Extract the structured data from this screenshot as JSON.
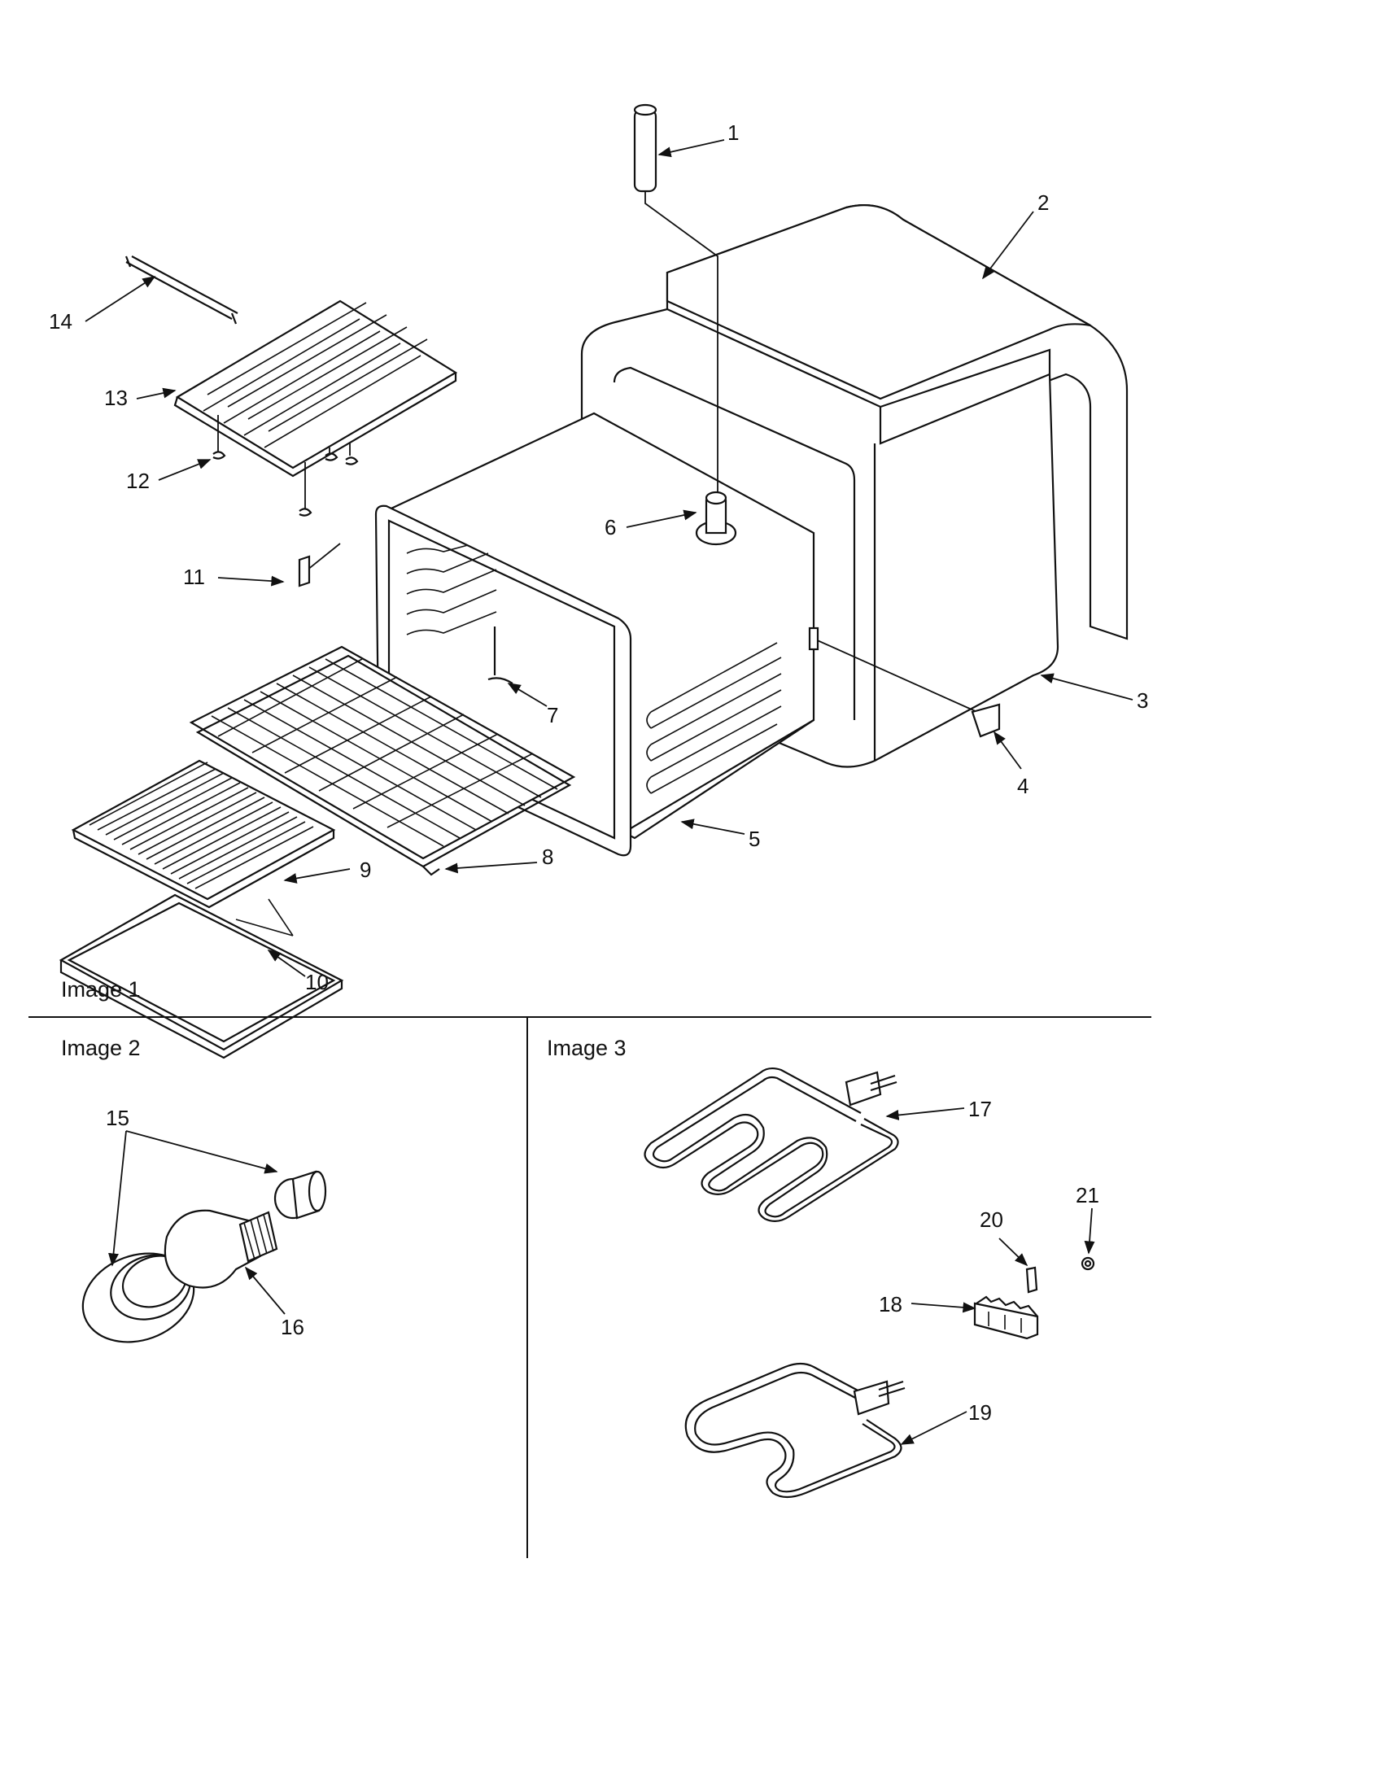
{
  "sections": [
    {
      "id": "image1",
      "label": "Image 1"
    },
    {
      "id": "image2",
      "label": "Image 2"
    },
    {
      "id": "image3",
      "label": "Image 3"
    }
  ],
  "callouts": [
    "1",
    "2",
    "3",
    "4",
    "5",
    "6",
    "7",
    "8",
    "9",
    "10",
    "11",
    "12",
    "13",
    "14",
    "15",
    "16",
    "17",
    "18",
    "19",
    "20",
    "21"
  ],
  "colors": {
    "line": "#111111",
    "background": "#ffffff",
    "insulation_hatch": "#111111"
  }
}
